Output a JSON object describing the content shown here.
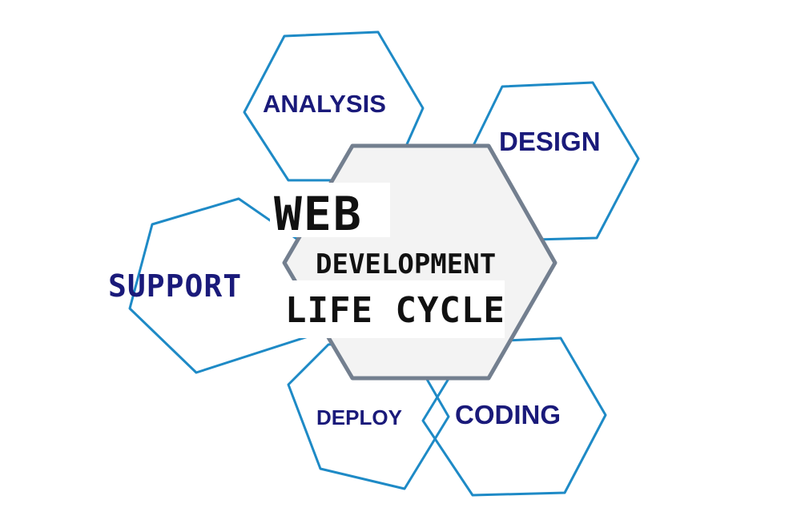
{
  "diagram": {
    "center": {
      "line1": "WEB",
      "line2": "DEVELOPMENT",
      "line3": "LIFE CYCLE"
    },
    "stages": {
      "analysis": "ANALYSIS",
      "design": "DESIGN",
      "support": "SUPPORT",
      "deploy": "DEPLOY",
      "coding": "CODING"
    },
    "colors": {
      "outer_stroke": "#1e8ac6",
      "center_stroke": "#737f8f",
      "center_fill": "#f3f3f3",
      "stage_text": "#1a1a7a",
      "title_text": "#111111"
    }
  }
}
